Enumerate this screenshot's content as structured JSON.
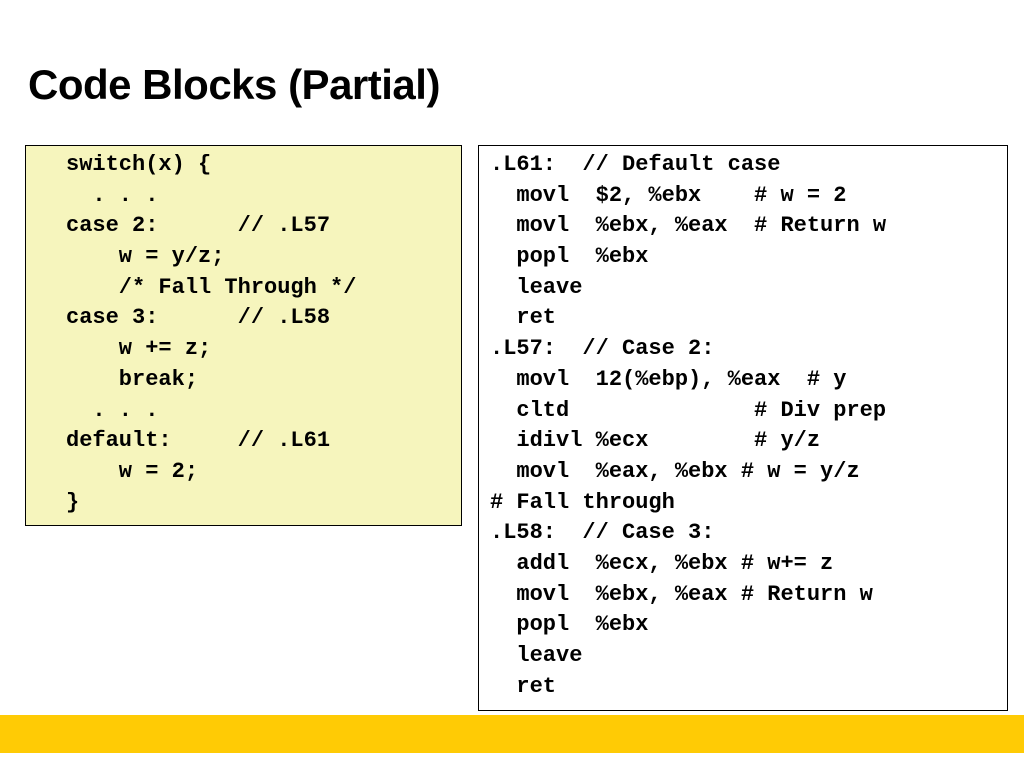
{
  "slide": {
    "title": "Code Blocks (Partial)"
  },
  "c_code": {
    "lines": [
      "switch(x) {",
      "  . . .",
      "case 2:      // .L57",
      "    w = y/z;",
      "    /* Fall Through */",
      "case 3:      // .L58",
      "    w += z;",
      "    break;",
      "  . . .",
      "default:     // .L61",
      "    w = 2;",
      "}"
    ]
  },
  "asm_code": {
    "lines": [
      ".L61:  // Default case",
      "  movl  $2, %ebx    # w = 2",
      "  movl  %ebx, %eax  # Return w",
      "  popl  %ebx",
      "  leave",
      "  ret",
      ".L57:  // Case 2:",
      "  movl  12(%ebp), %eax  # y",
      "  cltd              # Div prep",
      "  idivl %ecx        # y/z",
      "  movl  %eax, %ebx # w = y/z",
      "# Fall through",
      ".L58:  // Case 3:",
      "  addl  %ecx, %ebx # w+= z",
      "  movl  %ebx, %eax # Return w",
      "  popl  %ebx",
      "  leave",
      "  ret"
    ]
  },
  "colors": {
    "c_code_background": "#f6f5bd",
    "footer_bar": "#ffcb05"
  }
}
